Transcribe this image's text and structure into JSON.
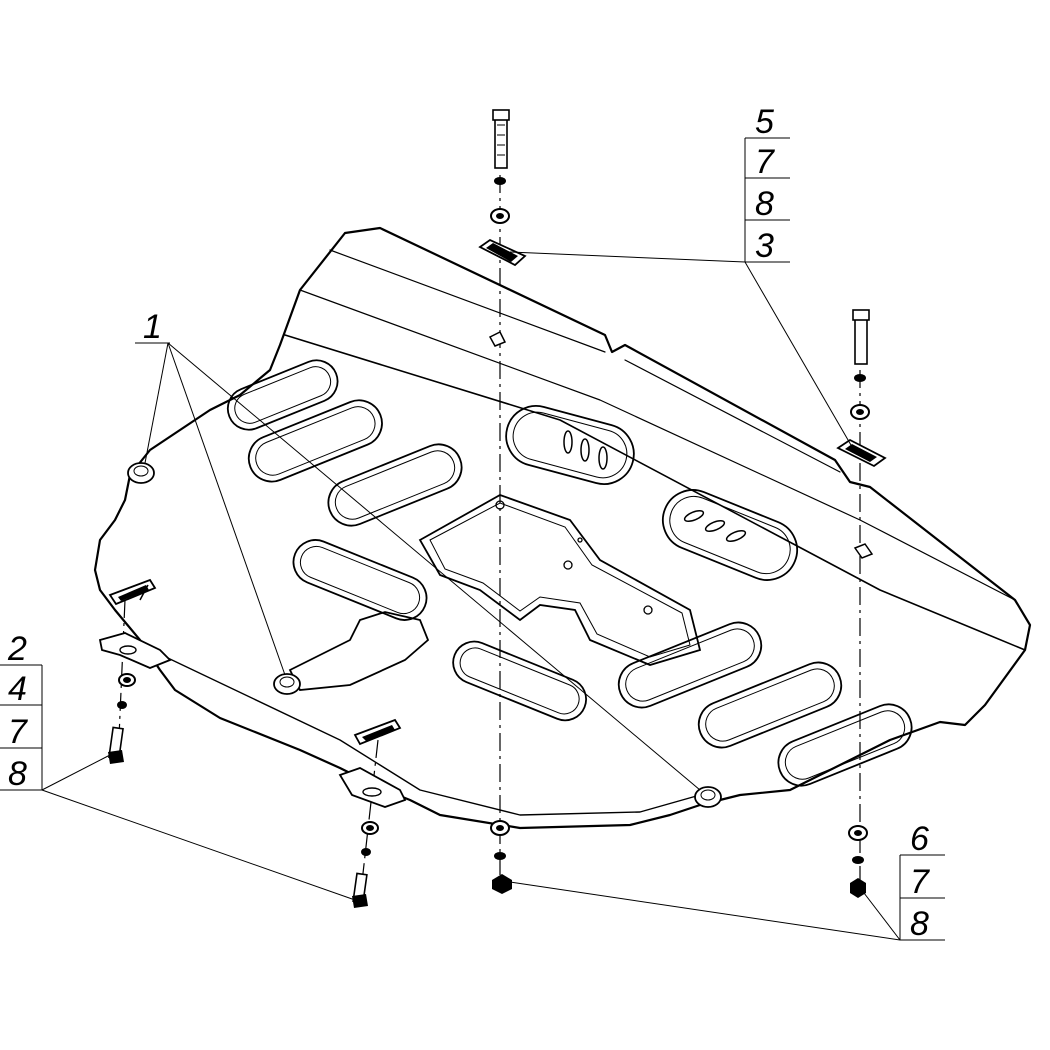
{
  "callouts": {
    "part1": "1",
    "group_top_right": [
      "5",
      "7",
      "8",
      "3"
    ],
    "group_left": [
      "2",
      "4",
      "7",
      "8"
    ],
    "group_bottom_right": [
      "6",
      "7",
      "8"
    ]
  }
}
